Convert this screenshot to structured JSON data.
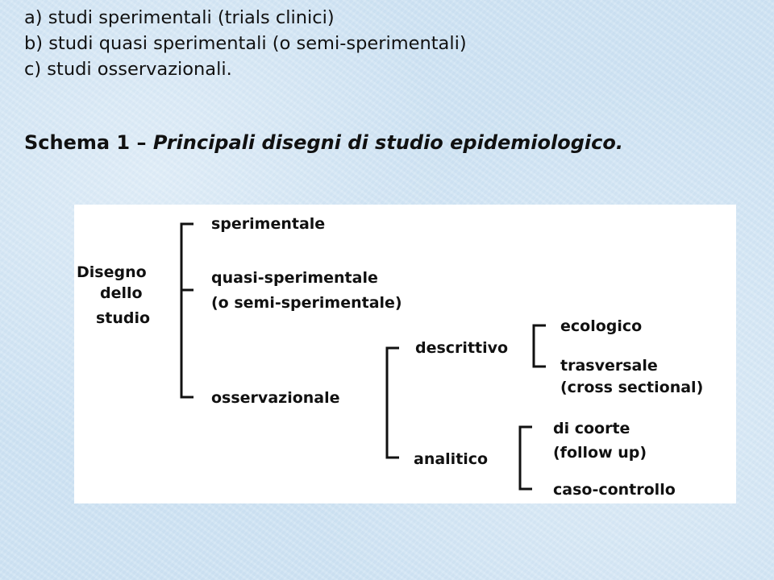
{
  "intro": {
    "lines": [
      "a) studi sperimentali (trials clinici)",
      "b) studi quasi sperimentali (o semi-sperimentali)",
      "c) studi osservazionali."
    ]
  },
  "heading": {
    "bold_part": "Schema 1 – ",
    "italic_part": "Principali disegni di studio epidemiologico."
  },
  "diagram": {
    "root": [
      "Disegno",
      "dello",
      "studio"
    ],
    "level1": {
      "sperimentale": "sperimentale",
      "quasi": [
        "quasi-sperimentale",
        "(o semi-sperimentale)"
      ],
      "osservazionale": "osservazionale"
    },
    "level2": {
      "descrittivo": "descrittivo",
      "analitico": "analitico"
    },
    "descrittivo_children": {
      "ecologico": "ecologico",
      "trasversale": [
        "trasversale",
        "(cross sectional)"
      ]
    },
    "analitico_children": {
      "coorte": [
        "di coorte",
        "(follow up)"
      ],
      "caso_controllo": "caso-controllo"
    }
  }
}
